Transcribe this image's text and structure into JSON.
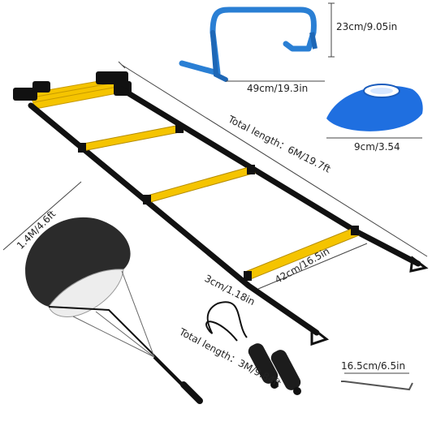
{
  "colors": {
    "ladder_strap": "#111111",
    "ladder_rung": "#f5c400",
    "hurdle": "#2a7fd4",
    "cone": "#1f6fe0",
    "parachute_canopy": "#2b2b2b",
    "parachute_lining": "#f0f0f0",
    "dimension_line": "#444444"
  },
  "labels": {
    "hurdle_height": "23cm/9.05in",
    "hurdle_width": "49cm/19.3in",
    "cone_diameter": "9cm/3.54",
    "ladder_total_length": "Total length：6M/19.7ft",
    "ladder_rung_width": "42cm/16.5in",
    "ladder_rung_spacing": "3cm/1.18in",
    "parachute_size": "1.4M/4.6ft",
    "rope_total_length": "Total length：3M/9.84ft",
    "stake_length": "16.5cm/6.5in"
  }
}
